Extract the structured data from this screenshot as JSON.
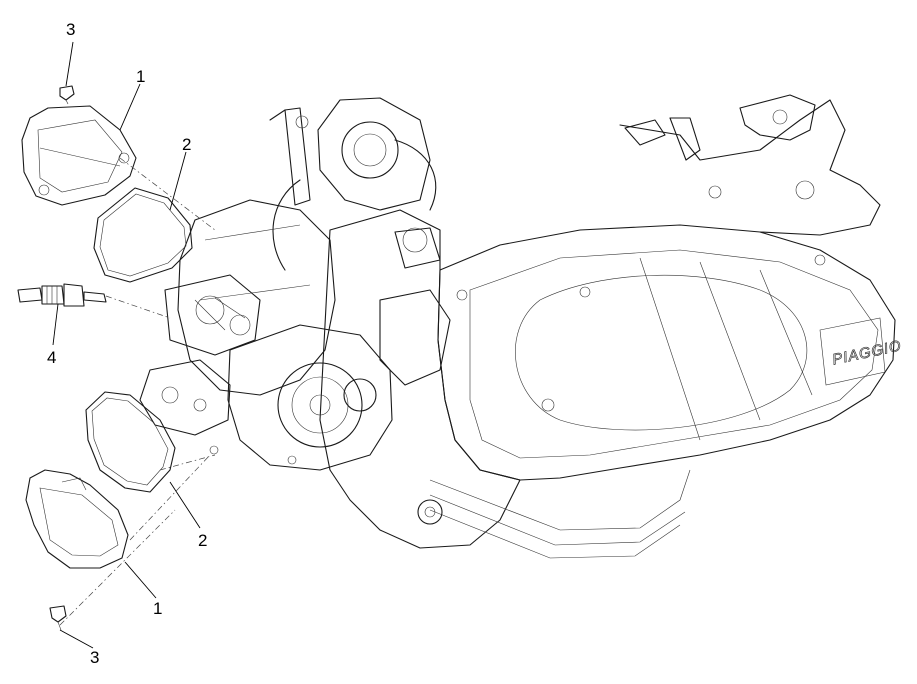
{
  "callouts": {
    "c3_top": "3",
    "c1_top": "1",
    "c2_top": "2",
    "c4": "4",
    "c2_bottom": "2",
    "c1_bottom": "1",
    "c3_bottom": "3"
  },
  "engine": {
    "brand_mark": "PIAGGIO"
  },
  "colors": {
    "line": "#1a1a1a",
    "background": "#ffffff"
  }
}
